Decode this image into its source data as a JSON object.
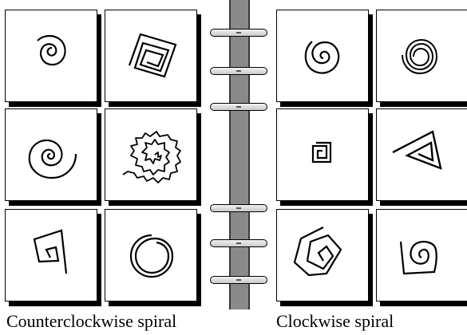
{
  "captions": {
    "left": "Counterclockwise spiral",
    "right": "Clockwise spiral"
  },
  "groups": [
    {
      "direction": "counterclockwise",
      "cards": [
        "round-spiral",
        "square-spiral",
        "round-spiral-wide",
        "wavy-spiral",
        "trapezoid-spiral",
        "circle-coil"
      ]
    },
    {
      "direction": "clockwise",
      "cards": [
        "round-spiral",
        "dense-spiral",
        "square-spiral-small",
        "triangle-spiral",
        "pentagon-spiral",
        "rounded-square-spiral"
      ]
    }
  ],
  "colors": {
    "card": "#ffffff",
    "shadow": "#000000",
    "spine": "#8a8a8a",
    "ring": "#d8d8d8"
  }
}
